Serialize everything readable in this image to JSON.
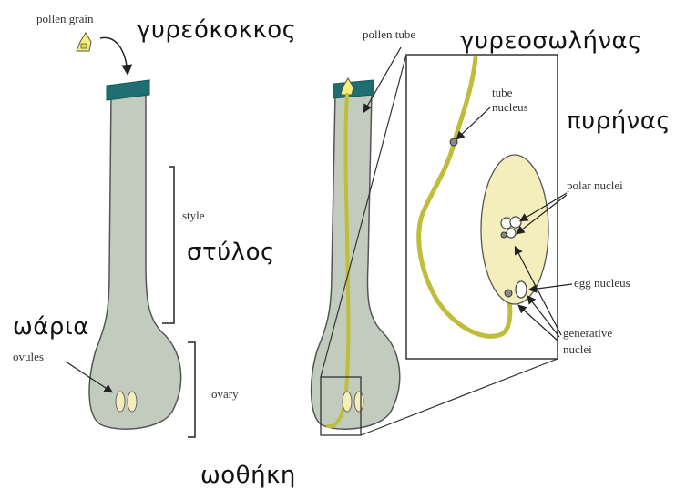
{
  "colors": {
    "pistil_fill": "#c2ccbe",
    "stigma_fill": "#1f6f72",
    "pollen_tube": "#bfbd3a",
    "embryo_sac": "#f4eebc",
    "outline": "#333333",
    "pollen_grain": "#f6f07a"
  },
  "icons": [
    "pollen-grain-icon"
  ],
  "labels": {
    "pollen_grain_en": "pollen grain",
    "pollen_grain_gr": "γυρεόκοκκος",
    "style_en": "style",
    "style_gr": "στύλος",
    "ovules_en": "ovules",
    "ovules_gr": "ωάρια",
    "ovary_en": "ovary",
    "ovary_gr": "ωοθήκη",
    "pollen_tube_en": "pollen tube",
    "pollen_tube_gr": "γυρεοσωλήνας",
    "tube_nucleus_en_1": "tube",
    "tube_nucleus_en_2": "nucleus",
    "tube_nucleus_gr": "πυρήνας",
    "polar_nuclei_en": "polar nuclei",
    "egg_nucleus_en": "egg nucleus",
    "generative_nuclei_en_1": "generative",
    "generative_nuclei_en_2": "nuclei"
  }
}
